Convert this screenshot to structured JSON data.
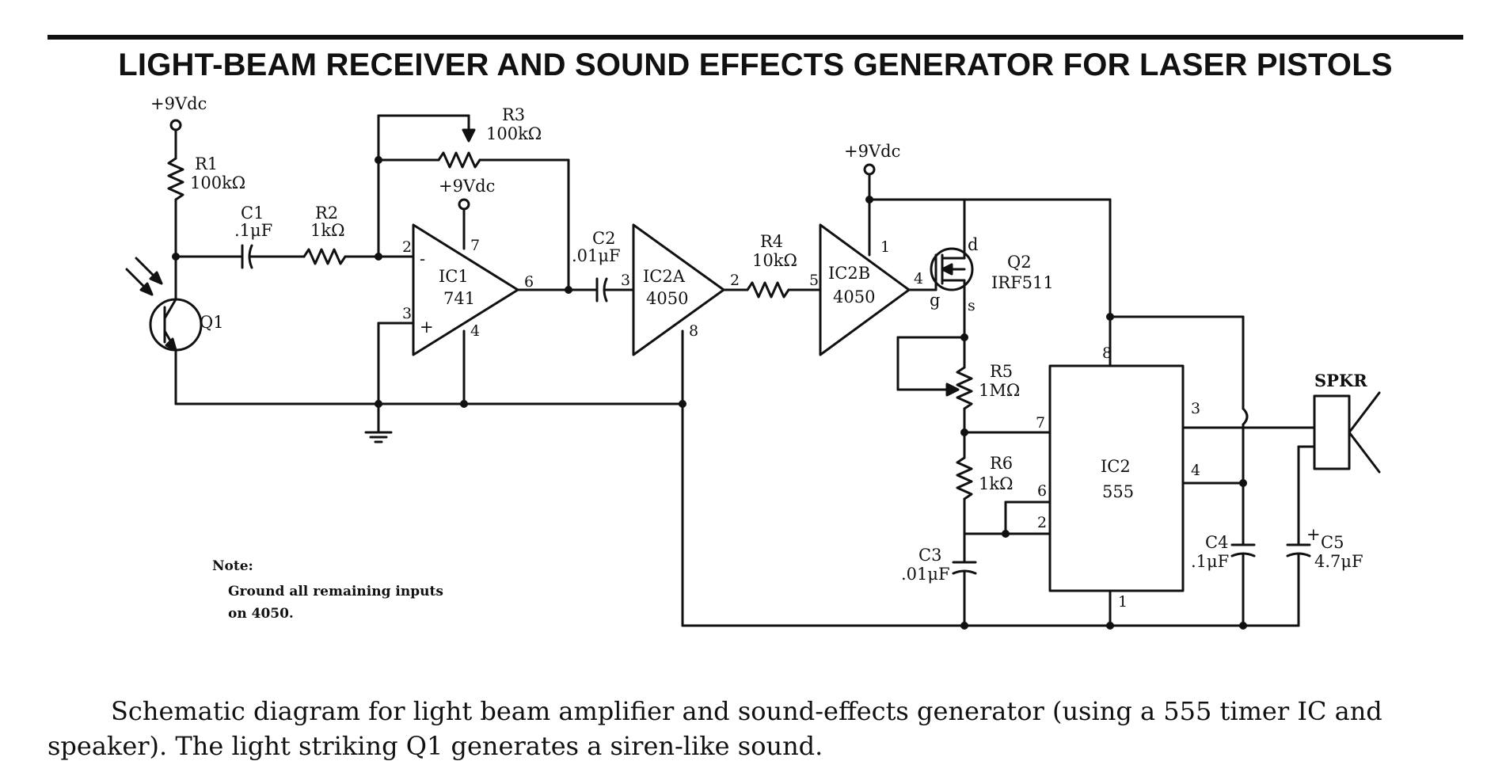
{
  "title": "LIGHT-BEAM RECEIVER AND SOUND EFFECTS GENERATOR FOR LASER PISTOLS",
  "caption": "Schematic diagram for light beam amplifier and sound-effects generator (using a 555 timer IC and speaker). The light striking Q1 generates a siren-like sound.",
  "note": {
    "heading": "Note:",
    "line1": "Ground all remaining inputs",
    "line2": "on 4050."
  },
  "supply": {
    "q1": "+9Vdc",
    "ic1": "+9Vdc",
    "q2": "+9Vdc"
  },
  "components": {
    "r1": {
      "name": "R1",
      "value": "100kΩ"
    },
    "r2": {
      "name": "R2",
      "value": "1kΩ"
    },
    "r3": {
      "name": "R3",
      "value": "100kΩ"
    },
    "r4": {
      "name": "R4",
      "value": "10kΩ"
    },
    "r5": {
      "name": "R5",
      "value": "1MΩ"
    },
    "r6": {
      "name": "R6",
      "value": "1kΩ"
    },
    "c1": {
      "name": "C1",
      "value": ".1μF"
    },
    "c2": {
      "name": "C2",
      "value": ".01μF"
    },
    "c3": {
      "name": "C3",
      "value": ".01μF"
    },
    "c4": {
      "name": "C4",
      "value": ".1μF"
    },
    "c5": {
      "name": "C5",
      "value": "4.7μF",
      "polarity": "+"
    },
    "q1": {
      "name": "Q1"
    },
    "q2": {
      "name": "Q2",
      "value": "IRF511",
      "gate": "g",
      "drain": "d",
      "source": "s"
    },
    "ic1": {
      "name": "IC1",
      "value": "741",
      "minus": "-",
      "plus": "+"
    },
    "ic2a": {
      "name": "IC2A",
      "value": "4050"
    },
    "ic2b": {
      "name": "IC2B",
      "value": "4050"
    },
    "ic2": {
      "name": "IC2",
      "value": "555"
    },
    "spkr": {
      "name": "SPKR"
    }
  },
  "pins": {
    "ic1_2": "2",
    "ic1_3": "3",
    "ic1_7": "7",
    "ic1_4": "4",
    "ic1_6": "6",
    "ic2a_3": "3",
    "ic2a_2": "2",
    "ic2a_8": "8",
    "ic2b_5": "5",
    "ic2b_4": "4",
    "ic2b_1": "1",
    "ic2_8": "8",
    "ic2_7": "7",
    "ic2_6": "6",
    "ic2_2": "2",
    "ic2_3": "3",
    "ic2_4": "4",
    "ic2_1": "1"
  }
}
